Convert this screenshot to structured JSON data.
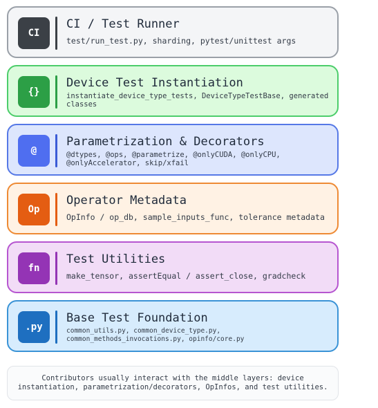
{
  "layers": [
    {
      "badge": "CI",
      "title": "CI / Test Runner",
      "description": "test/run_test.py, sharding, pytest/unittest args",
      "colors": {
        "fill": "#f4f5f7",
        "border": "#9aa0a8",
        "badge": "#3b4046",
        "bar": "#3b4046"
      }
    },
    {
      "badge": "{}",
      "title": "Device Test Instantiation",
      "description": "instantiate_device_type_tests, DeviceTypeTestBase, generated classes",
      "colors": {
        "fill": "#dcfbdd",
        "border": "#4ccd6a",
        "badge": "#2c9f46",
        "bar": "#2c9f46"
      }
    },
    {
      "badge": "@",
      "title": "Parametrization & Decorators",
      "description": "@dtypes, @ops, @parametrize, @onlyCUDA, @onlyCPU, @onlyAccelerator, skip/xfail",
      "colors": {
        "fill": "#dde6fd",
        "border": "#5578e6",
        "badge": "#4f6ef0",
        "bar": "#3b5bd6"
      }
    },
    {
      "badge": "Op",
      "title": "Operator Metadata",
      "description": "OpInfo / op_db, sample_inputs_func, tolerance metadata",
      "colors": {
        "fill": "#fff2e4",
        "border": "#ee8a34",
        "badge": "#e45d12",
        "bar": "#e45d12"
      }
    },
    {
      "badge": "fn",
      "title": "Test Utilities",
      "description": "make_tensor, assertEqual / assert_close, gradcheck",
      "colors": {
        "fill": "#f2dcf7",
        "border": "#b655d0",
        "badge": "#9434b5",
        "bar": "#9434b5"
      }
    },
    {
      "badge": ".py",
      "title": "Base Test Foundation",
      "description": "common_utils.py, common_device_type.py, common_methods_invocations.py, opinfo/core.py",
      "colors": {
        "fill": "#d7ecfd",
        "border": "#3a93d6",
        "badge": "#1e6fc0",
        "bar": "#1e6fc0"
      }
    }
  ],
  "note": "Contributors usually interact with the middle layers: device instantiation, parametrization/decorators, OpInfos, and test utilities."
}
